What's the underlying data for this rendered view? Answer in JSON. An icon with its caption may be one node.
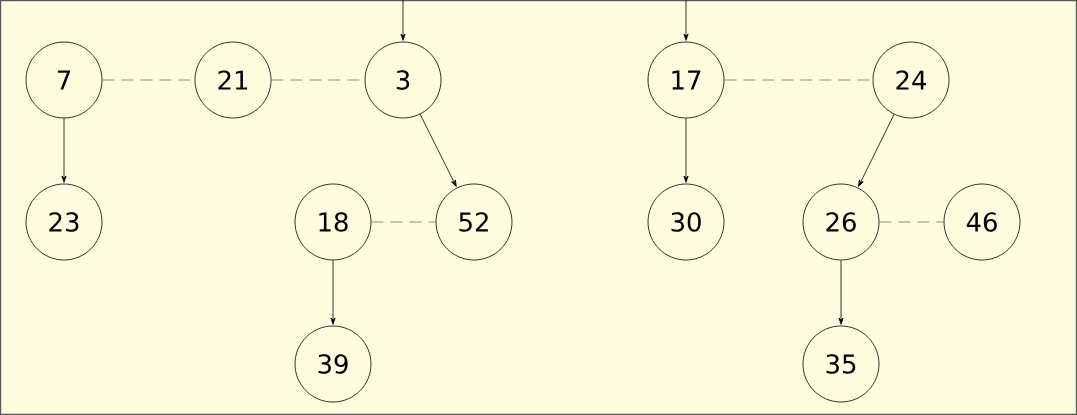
{
  "diagram": {
    "nodes": [
      {
        "text": [
          "7"
        ]
      },
      {
        "text": [
          "21"
        ]
      },
      {
        "text": [
          "3"
        ]
      },
      {
        "text": [
          "17"
        ]
      },
      {
        "text": [
          "24"
        ]
      },
      {
        "text": [
          "23"
        ]
      },
      {
        "text": [
          "18"
        ]
      },
      {
        "text": [
          "52"
        ]
      },
      {
        "text": [
          "30"
        ]
      },
      {
        "text": [
          "26"
        ]
      },
      {
        "text": [
          "46"
        ]
      },
      {
        "text": [
          "39"
        ]
      },
      {
        "text": [
          "35"
        ]
      }
    ],
    "edges": [
      {
        "from": null,
        "to": 2,
        "arrow": "to"
      },
      {
        "from": null,
        "to": 3,
        "arrow": "to"
      },
      {
        "from": 0,
        "to": 1,
        "arrow": "none",
        "style": "dashed",
        "color": "#707070"
      },
      {
        "from": 1,
        "to": 2,
        "arrow": "none",
        "style": "dashed",
        "color": "#707070"
      },
      {
        "from": 3,
        "to": 4,
        "arrow": "none",
        "style": "dashed",
        "color": "#707070"
      },
      {
        "from": 0,
        "to": 5,
        "arrow": "to"
      },
      {
        "from": 2,
        "to": 7,
        "arrow": "to"
      },
      {
        "from": 3,
        "to": 8,
        "arrow": "to"
      },
      {
        "from": 4,
        "to": 9,
        "arrow": "to"
      },
      {
        "from": 6,
        "to": 7,
        "arrow": "none",
        "style": "dashed",
        "color": "#707070"
      },
      {
        "from": 9,
        "to": 10,
        "arrow": "none",
        "style": "dashed",
        "color": "#707070"
      },
      {
        "from": 6,
        "to": 11,
        "arrow": "to"
      },
      {
        "from": 9,
        "to": 12,
        "arrow": "to"
      }
    ]
  }
}
